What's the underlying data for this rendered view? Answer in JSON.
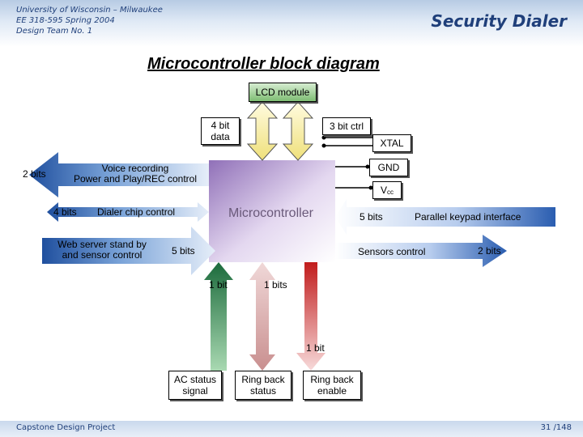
{
  "header": {
    "lines": [
      "University of Wisconsin – Milwaukee",
      "EE 318-595 Spring 2004",
      "Design Team No. 1"
    ],
    "app_title": "Security Dialer"
  },
  "title": "Microcontroller block diagram",
  "blocks": {
    "lcd_module": "LCD module",
    "microcontroller": "Microcontroller",
    "xtal": "XTAL",
    "gnd": "GND",
    "vcc_main": "V",
    "vcc_sub": "cc",
    "ac_status": [
      "AC status",
      "signal"
    ],
    "ring_back_status": [
      "Ring back",
      "status"
    ],
    "ring_back_enable": [
      "Ring back",
      "enable"
    ]
  },
  "arrows": {
    "lcd_data": [
      "4 bit",
      "data"
    ],
    "lcd_ctrl": "3 bit ctrl",
    "voice_bits": "2 bits",
    "voice_label": [
      "Voice recording",
      "Power and Play/REC control"
    ],
    "dialer_bits": "4 bits",
    "dialer_label": "Dialer chip control",
    "web_label": [
      "Web server stand by",
      "and sensor control"
    ],
    "web_bits": "5 bits",
    "keypad_bits": "5 bits",
    "keypad_label": "Parallel keypad interface",
    "sensors_label": "Sensors control",
    "sensors_bits": "2 bits",
    "ac_bits": "1 bit",
    "ring_status_bits": "1 bits",
    "ring_enable_bits": "1 bit"
  },
  "footer": {
    "left": "Capstone Design Project",
    "page": "31 /148"
  }
}
